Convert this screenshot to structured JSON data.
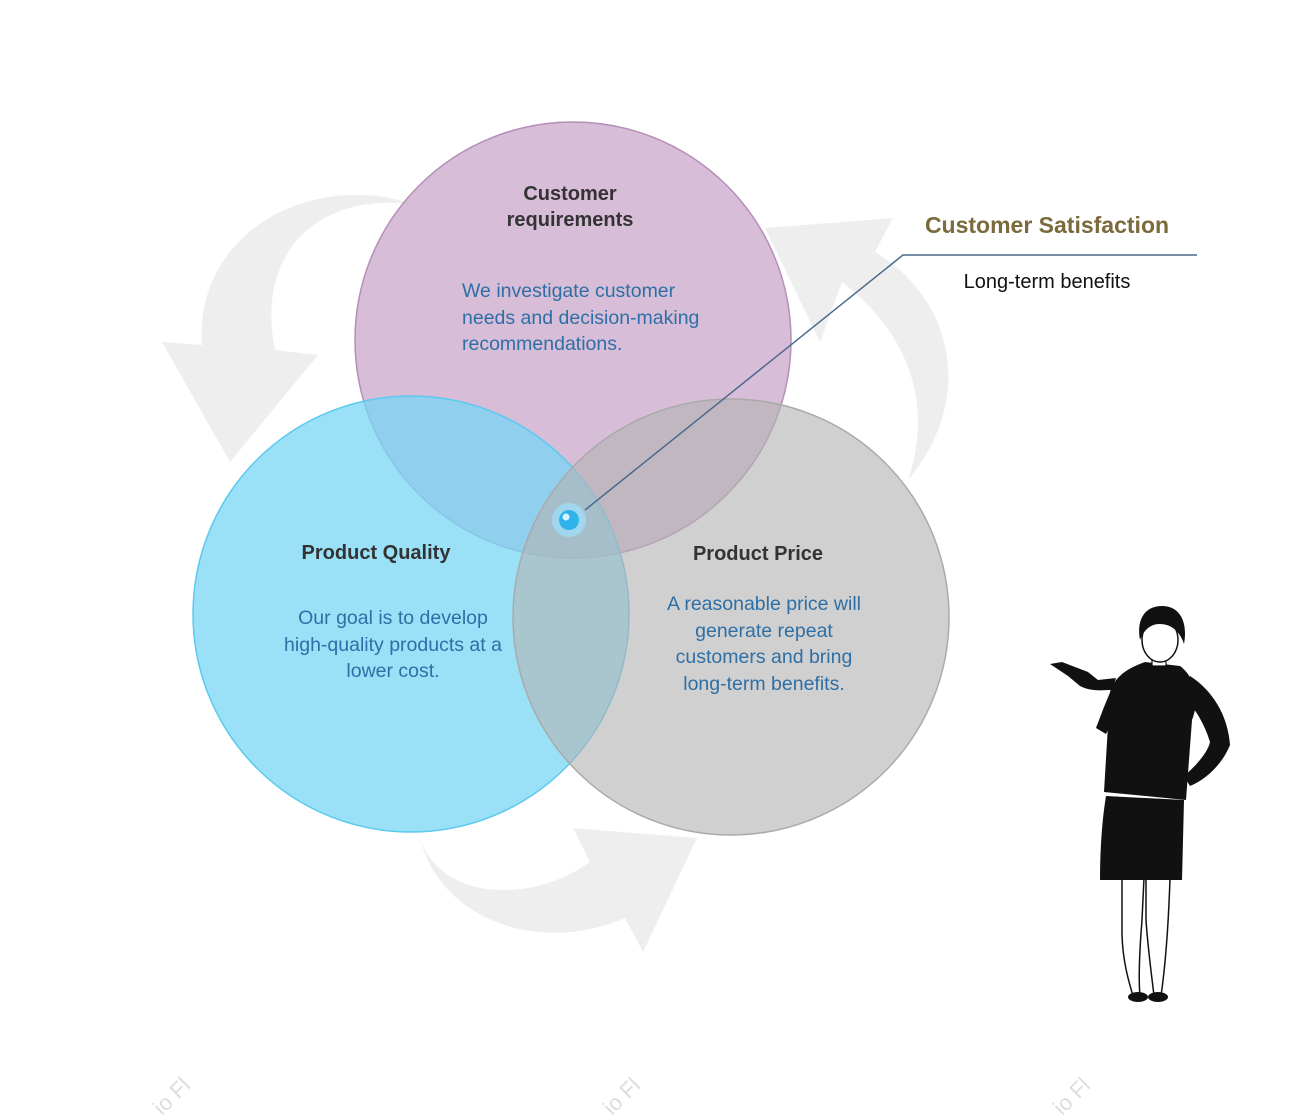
{
  "circles": [
    {
      "id": "customer-requirements",
      "title": "Customer\nrequirements",
      "description": "We investigate customer needs and decision-making recommendations.",
      "fill": "#c7a4c8",
      "stroke": "#b58fb8"
    },
    {
      "id": "product-quality",
      "title": "Product Quality",
      "description": "Our goal is to develop high-quality products at a lower cost.",
      "fill": "#78d7f5",
      "stroke": "#5cc9ee"
    },
    {
      "id": "product-price",
      "title": "Product Price",
      "description": "A reasonable price will generate repeat customers and bring long-term benefits.",
      "fill": "#b3b3b3",
      "stroke": "#aaaaaa"
    }
  ],
  "callout": {
    "title": "Customer Satisfaction",
    "subtitle": "Long-term benefits",
    "line_color": "#4a6a8c",
    "title_color": "#7a6a3c"
  },
  "marker": {
    "color": "#2fb3ea"
  },
  "arrows": {
    "color": "#eeeeee"
  },
  "figure": {
    "icon": "businesswoman-presenting-icon"
  },
  "watermark": "io Fl"
}
